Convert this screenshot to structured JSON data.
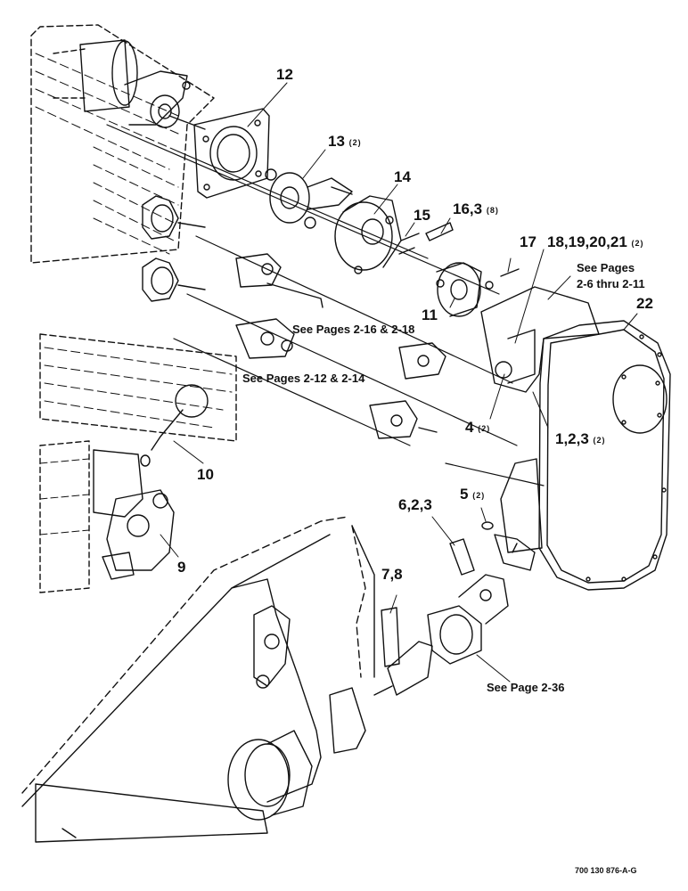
{
  "callouts": [
    {
      "id": "c12",
      "label": "12",
      "qty": ""
    },
    {
      "id": "c13",
      "label": "13",
      "qty": "(2)"
    },
    {
      "id": "c14",
      "label": "14",
      "qty": ""
    },
    {
      "id": "c15",
      "label": "15",
      "qty": ""
    },
    {
      "id": "c16",
      "label": "16,3",
      "qty": "(8)"
    },
    {
      "id": "c17",
      "label": "17",
      "qty": ""
    },
    {
      "id": "c18",
      "label": "18,19,20,21",
      "qty": "(2)"
    },
    {
      "id": "c11",
      "label": "11",
      "qty": ""
    },
    {
      "id": "c22",
      "label": "22",
      "qty": ""
    },
    {
      "id": "c4",
      "label": "4",
      "qty": "(2)"
    },
    {
      "id": "c1",
      "label": "1,2,3",
      "qty": "(2)"
    },
    {
      "id": "c10",
      "label": "10",
      "qty": ""
    },
    {
      "id": "c9",
      "label": "9",
      "qty": ""
    },
    {
      "id": "c5",
      "label": "5",
      "qty": "(2)"
    },
    {
      "id": "c6",
      "label": "6,2,3",
      "qty": ""
    },
    {
      "id": "c7",
      "label": "7,8",
      "qty": ""
    }
  ],
  "references": {
    "pages_2_6": [
      "See Pages",
      "2-6 thru 2-11"
    ],
    "pages_2_16": "See Pages 2-16 & 2-18",
    "pages_2_12": "See Pages 2-12 & 2-14",
    "page_2_36": "See Page 2-36"
  },
  "figure_id": "700 130 876-A-G"
}
